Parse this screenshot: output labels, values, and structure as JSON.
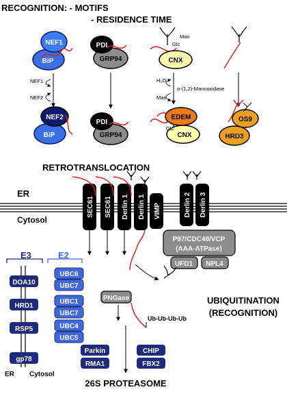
{
  "heading": {
    "line1": "RECOGNITION: - MOTIFS",
    "line2": "- RESIDENCE TIME"
  },
  "top": {
    "nef1": "NEF1",
    "bip": "BiP",
    "nef1_arrow": "NEF1",
    "nef2_arrow": "NEF2",
    "nef2": "NEF2",
    "bip2": "BiP",
    "pdi": "PDI",
    "grp94": "GRP94",
    "pdi2": "PDI",
    "grp94_2": "GRP94",
    "man": "Man",
    "glc": "Glc",
    "cnx": "CNX",
    "h2o": "H₂O",
    "man2": "Man",
    "mannosidase": "α-(1,2)-Mannosidase",
    "edem": "EDEM",
    "glc2": "Glc",
    "cnx2": "CNX",
    "os9": "OS9",
    "hrd3": "HRD3"
  },
  "retro": {
    "title": "RETROTRANSLOCATION",
    "er": "ER",
    "cytosol": "Cytosol",
    "channels": [
      "SEC61",
      "SEC61",
      "Derlin 1",
      "Derlin 1",
      "VIMP",
      "Derlin 2",
      "Derlin 3"
    ],
    "p97_line1": "P97/CDC48/VCP",
    "p97_line2": "(AAA-ATPase)",
    "ufd1": "UFD1",
    "npl4": "NPL4",
    "pngase": "PNGase",
    "ubchain": "Ub-Ub-Ub-Ub"
  },
  "ubiq": {
    "line1": "UBIQUITINATION",
    "line2": "(RECOGNITION)"
  },
  "e3e2": {
    "e3": "E3",
    "e2": "E2",
    "e3_items": [
      "DOA10",
      "HRD1",
      "RSP5",
      "gp78"
    ],
    "e2_items": [
      "UBC6",
      "UBC7",
      "UBC1",
      "UBC7",
      "UBC4",
      "UBC5"
    ],
    "er": "ER",
    "cytosol": "Cytosol"
  },
  "ligases": [
    "Parkin",
    "RMA1",
    "CHIP",
    "FBX2"
  ],
  "proteasome": "26S PROTEASOME",
  "colors": {
    "bip_blue": "#3a6fe6",
    "nef1_blue": "#3d7cf0",
    "nef2_navy": "#0d1a6e",
    "grey": "#8c8c8c",
    "cnx_yellow": "#ffffb0",
    "edem_orange": "#ee7a1a",
    "os9_orange": "#f0a020",
    "navy": "#1e2a7a",
    "e2_blue": "#3f68d8",
    "substrate_red": "#e02020"
  }
}
